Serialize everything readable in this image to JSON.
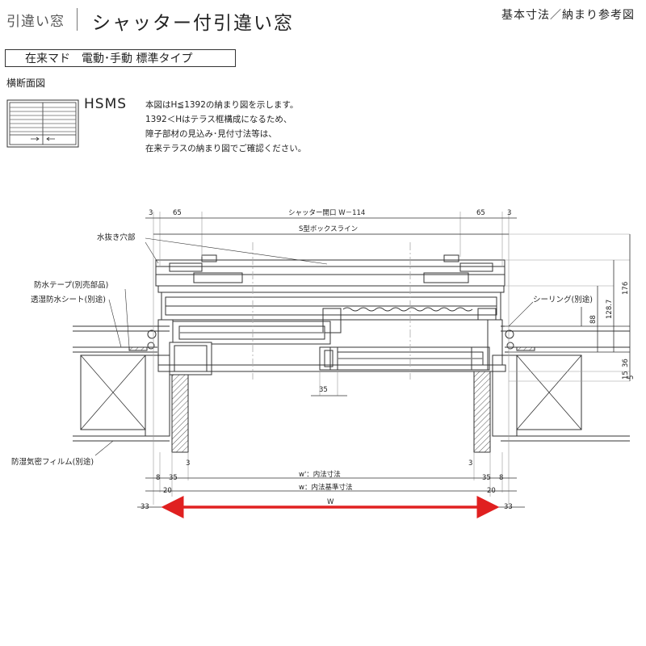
{
  "header": {
    "category": "引違い窓",
    "title": "シャッター付引違い窓",
    "reference": "基本寸法／納まり参考図"
  },
  "type_label": "在来マド　電動･手動 標準タイプ",
  "section_label": "横断面図",
  "model": "HSMS",
  "description": [
    "本図はH≦1392の納まり図を示します。",
    "1392＜Hはテラス框構成になるため、",
    "障子部材の見込み･見付寸法等は、",
    "在来テラスの納まり図でご確認ください。"
  ],
  "callouts": {
    "weep_hole": "水抜き穴部",
    "waterproof_tape": "防水テープ(別売部品)",
    "moisture_sheet": "透湿防水シート(別途)",
    "vapor_film": "防湿気密フィルム(別途)",
    "sealing": "シーリング(別途)"
  },
  "dimensions": {
    "top_left_3": "3",
    "top_left_65": "65",
    "shutter_opening": "シャッター開口 W－114",
    "top_right_65": "65",
    "top_right_3": "3",
    "box_line": "S型ボックスライン",
    "right_176": "176",
    "right_128": "128.7",
    "right_88": "88",
    "right_36": "36",
    "right_15": "15",
    "right_5": "5",
    "mid_35": "35",
    "bot_left_3": "3",
    "bot_right_3": "3",
    "bot_left_8": "8",
    "bot_left_35": "35",
    "inner_w": "w'：内法寸法",
    "bot_right_35": "35",
    "bot_right_8": "8",
    "bot_left_20": "20",
    "inner_std": "w：内法基準寸法",
    "bot_right_20": "20",
    "bot_left_33": "33",
    "total_w": "W",
    "bot_right_33": "33"
  },
  "colors": {
    "w_arrow": "#e02020",
    "line": "#333333",
    "hatch": "#555555"
  }
}
